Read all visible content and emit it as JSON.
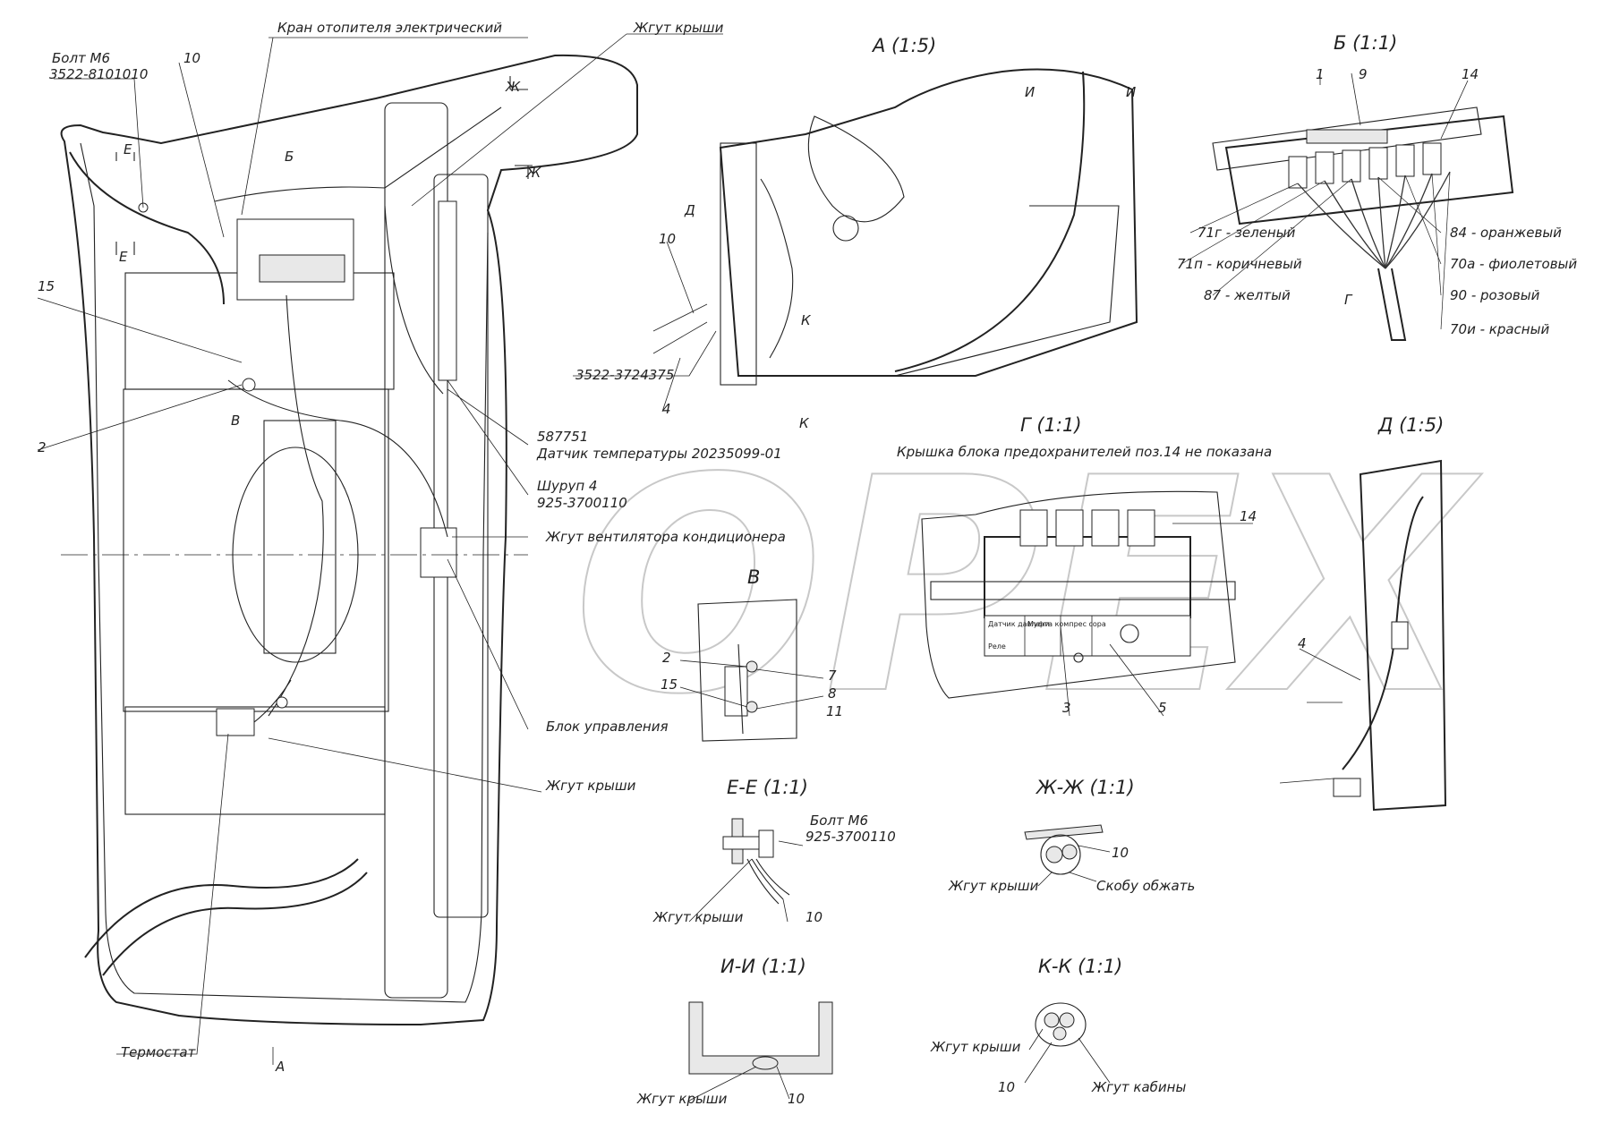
{
  "main_view": {
    "labels": {
      "bolt_m6_name": "Болт М6",
      "bolt_m6_code": "3522-8101010",
      "pos_10": "10",
      "heater_valve": "Кран отопителя электрический",
      "roof_harness_top": "Жгут крыши",
      "pos_15": "15",
      "pos_2": "2",
      "section_e": "Е",
      "view_b": "Б",
      "view_v": "В",
      "section_zh": "Ж",
      "part_587751": "587751",
      "temp_sensor": "Датчик температуры 20235099-01",
      "screw_name": "Шуруп 4",
      "screw_code": "925-3700110",
      "ac_fan_harness": "Жгут вентилятора кондиционера",
      "control_unit": "Блок управления",
      "roof_harness_bottom": "Жгут крыши",
      "thermostat": "Термостат",
      "view_a": "А"
    }
  },
  "view_a": {
    "title": "А (1:5)",
    "labels": {
      "section_i": "И",
      "view_d": "Д",
      "pos_10": "10",
      "part_code": "3522-3724375",
      "pos_4": "4",
      "section_k": "К"
    }
  },
  "view_b": {
    "title": "Б (1:1)",
    "labels": {
      "pos_1": "1",
      "pos_9": "9",
      "pos_14": "14",
      "view_g": "Г"
    },
    "wires": [
      {
        "label": "71г - зеленый",
        "color": "#2e7d32"
      },
      {
        "label": "71п - коричневый",
        "color": "#6d4c41"
      },
      {
        "label": "87 - желтый",
        "color": "#f9a825"
      },
      {
        "label": "84 - оранжевый",
        "color": "#ef6c00"
      },
      {
        "label": "70а - фиолетовый",
        "color": "#6a1b9a"
      },
      {
        "label": "90 - розовый",
        "color": "#ec407a"
      },
      {
        "label": "70и - красный",
        "color": "#c62828"
      }
    ]
  },
  "view_g": {
    "title": "Г (1:1)",
    "note": "Крышка блока предохранителей поз.14 не показана",
    "labels": {
      "pos_14": "14",
      "pos_3": "3",
      "pos_5": "5"
    },
    "panel_text": [
      "Датчик давлени",
      "Муфта компрес сора",
      "Реле"
    ]
  },
  "view_d": {
    "title": "Д (1:5)",
    "labels": {
      "pos_4": "4"
    }
  },
  "view_v": {
    "title": "В",
    "labels": {
      "pos_2": "2",
      "pos_15": "15",
      "pos_7": "7",
      "pos_8": "8",
      "pos_11": "11"
    }
  },
  "section_ee": {
    "title": "Е-Е (1:1)",
    "labels": {
      "bolt_name": "Болт М6",
      "bolt_code": "925-3700110",
      "harness": "Жгут крыши",
      "pos_10": "10"
    }
  },
  "section_zhzh": {
    "title": "Ж-Ж (1:1)",
    "labels": {
      "pos_10": "10",
      "harness": "Жгут крыши",
      "clamp": "Скобу обжать"
    }
  },
  "section_ii": {
    "title": "И-И (1:1)",
    "labels": {
      "harness": "Жгут крыши",
      "pos_10": "10"
    }
  },
  "section_kk": {
    "title": "К-К (1:1)",
    "labels": {
      "roof_harness": "Жгут крыши",
      "pos_10": "10",
      "cab_harness": "Жгут кабины"
    }
  },
  "watermark": "OPEX"
}
